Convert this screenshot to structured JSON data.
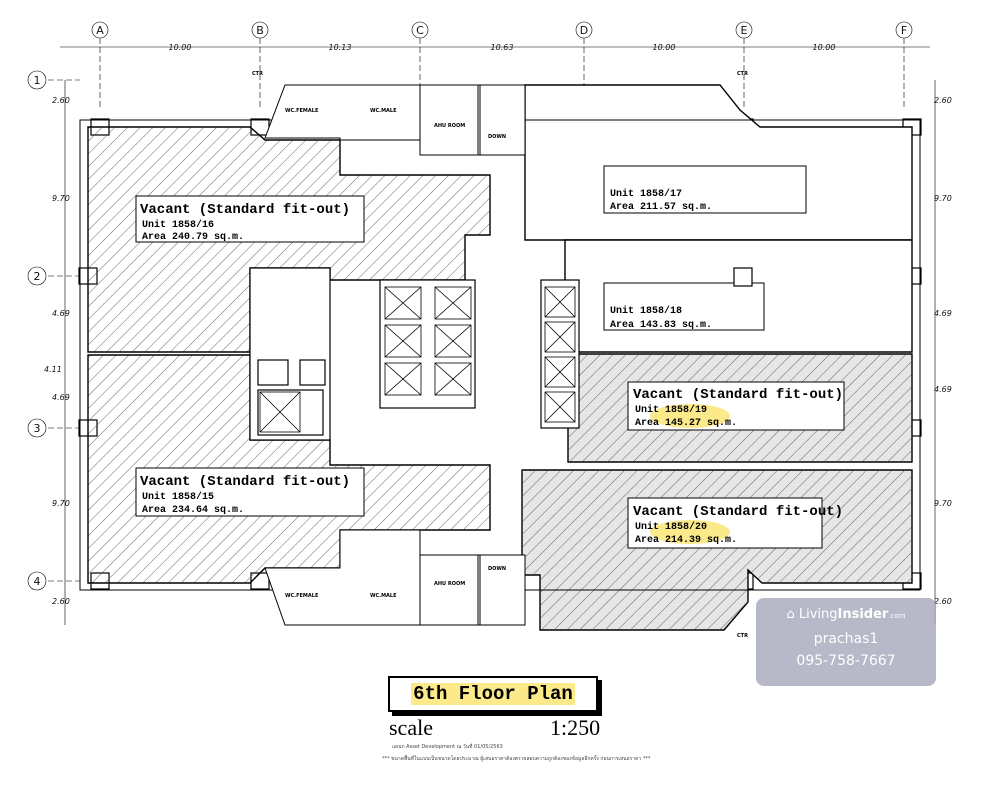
{
  "grid_columns": [
    "A",
    "B",
    "C",
    "D",
    "E",
    "F"
  ],
  "grid_rows": [
    "1",
    "2",
    "3",
    "4"
  ],
  "column_spacings": [
    "10.00",
    "10.13",
    "10.63",
    "10.00",
    "10.00"
  ],
  "row_spacings_left": [
    "2.60",
    "9.70",
    "4.69",
    "4.69",
    "9.70",
    "2.60"
  ],
  "row_spacings_right": [
    "2.60",
    "9.70",
    "4.69",
    "4.69",
    "9.70",
    "2.60"
  ],
  "extra_dim": "4.11",
  "rooms": {
    "wc_female": "WC.FEMALE",
    "wc_male": "WC.MALE",
    "ahu": "AHU ROOM",
    "down": "DOWN",
    "ctr": "CTR"
  },
  "units": [
    {
      "status": "Vacant (Standard fit-out)",
      "unit": "Unit 1858/16",
      "area": "Area 240.79 sq.m."
    },
    {
      "status": "",
      "unit": "Unit 1858/17",
      "area": "Area 211.57 sq.m."
    },
    {
      "status": "",
      "unit": "Unit 1858/18",
      "area": "Area 143.83 sq.m."
    },
    {
      "status": "Vacant (Standard fit-out)",
      "unit": "Unit 1858/19",
      "area": "Area 145.27 sq.m."
    },
    {
      "status": "Vacant (Standard fit-out)",
      "unit": "Unit 1858/15",
      "area": "Area 234.64 sq.m."
    },
    {
      "status": "Vacant (Standard fit-out)",
      "unit": "Unit 1858/20",
      "area": "Area 214.39 sq.m."
    }
  ],
  "title": "6th Floor Plan",
  "scale_label": "scale",
  "scale_value": "1:250",
  "note_source": "แผนก Asset Development ณ วันที่ 01/05/2563",
  "note_disclaimer": "*** ขนาดพื้นที่ในแบบเป็นขนาดโดยประมาณ ผู้เสนอราคาต้องตรวจสอบความถูกต้องของข้อมูลอีกครั้ง ก่อนการเสนอราคา ***",
  "watermark": {
    "brand_light": "Living",
    "brand_bold": "Insider",
    "brand_suffix": ".com",
    "user": "prachas1",
    "phone": "095-758-7667"
  },
  "colors": {
    "highlight": "#fbe98a",
    "watermark": "#aaacbe"
  }
}
